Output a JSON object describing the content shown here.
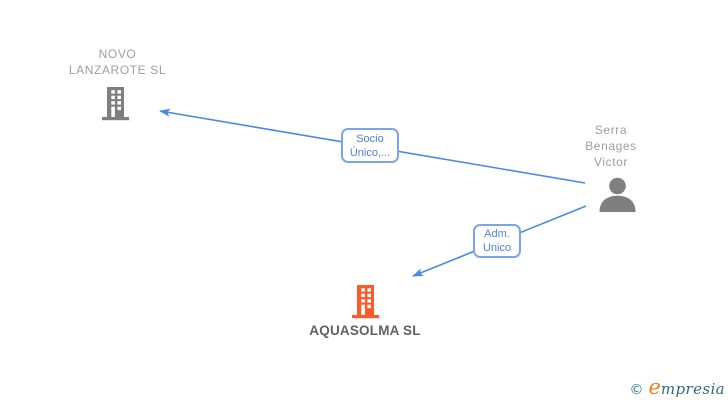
{
  "diagram": {
    "nodes": {
      "novo": {
        "label": "NOVO\nLANZAROTE SL",
        "type": "company",
        "icon": "building-icon",
        "icon_color": "#7F7F7F"
      },
      "serra": {
        "label": "Serra\nBenages\nVictor",
        "type": "person",
        "icon": "person-icon",
        "icon_color": "#7F7F7F"
      },
      "aquasolma": {
        "label": "AQUASOLMA SL",
        "type": "company",
        "icon": "building-icon",
        "icon_color": "#FB5A2B"
      }
    },
    "edges": [
      {
        "from": "Serra Benages Victor",
        "to": "NOVO LANZAROTE SL",
        "label": "Socio\nÚnico,..."
      },
      {
        "from": "Serra Benages Victor",
        "to": "AQUASOLMA SL",
        "label": "Adm.\nUnico"
      }
    ],
    "colors": {
      "edge_blue": "#4A86E8",
      "edge_label_border": "#7BA3EE",
      "edge_label_text": "#4D7FD6",
      "company_gray": "#7F7F7F",
      "company_orange": "#FB5A2B",
      "person_gray": "#7F7F7F",
      "node_label_gray": "#9E9E9E",
      "node_label_dark": "#616161"
    }
  },
  "watermark": {
    "copyright": "©",
    "brand_first_letter": "e",
    "brand_rest": "mpresia",
    "colors": {
      "copyright_teal": "#2E7D8C",
      "letter_orange": "#F07D1C",
      "text_teal": "#2E6B7A"
    }
  }
}
